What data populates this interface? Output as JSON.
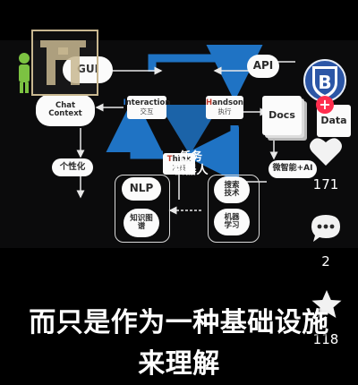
{
  "diagram": {
    "center": {
      "line1": "任务",
      "line2": "机器人"
    },
    "nodes": {
      "gui": "GUI",
      "chat_context_line1": "Chat",
      "chat_context_line2": "Context",
      "api": "API",
      "docs": "Docs",
      "data": "Data",
      "interaction_letter": "I",
      "interaction_rest": "nteraction",
      "interaction_cn": "交互",
      "handson_letter": "H",
      "handson_rest": "andson",
      "handson_cn": "执行",
      "think_letter": "T",
      "think_rest": "hink",
      "think_cn": "决策",
      "personalization": "个性化",
      "micro_ai": "微智能+AI",
      "nlp": "NLP",
      "knowledge_graph_line1": "知识图",
      "knowledge_graph_line2": "谱",
      "search_line1": "搜索",
      "search_line2": "技术",
      "ml_line1": "机器",
      "ml_line2": "学习"
    }
  },
  "actions": {
    "likes": "171",
    "comments": "2",
    "favorites": "118"
  },
  "caption": {
    "line1": "而只是作为一种基础设施",
    "line2": "来理解"
  },
  "colors": {
    "diagram_blue": "#1f73c4",
    "follow_red": "#ff2e4e",
    "avatar_blue": "#2c56a6",
    "logo_gold": "#c8b790"
  }
}
